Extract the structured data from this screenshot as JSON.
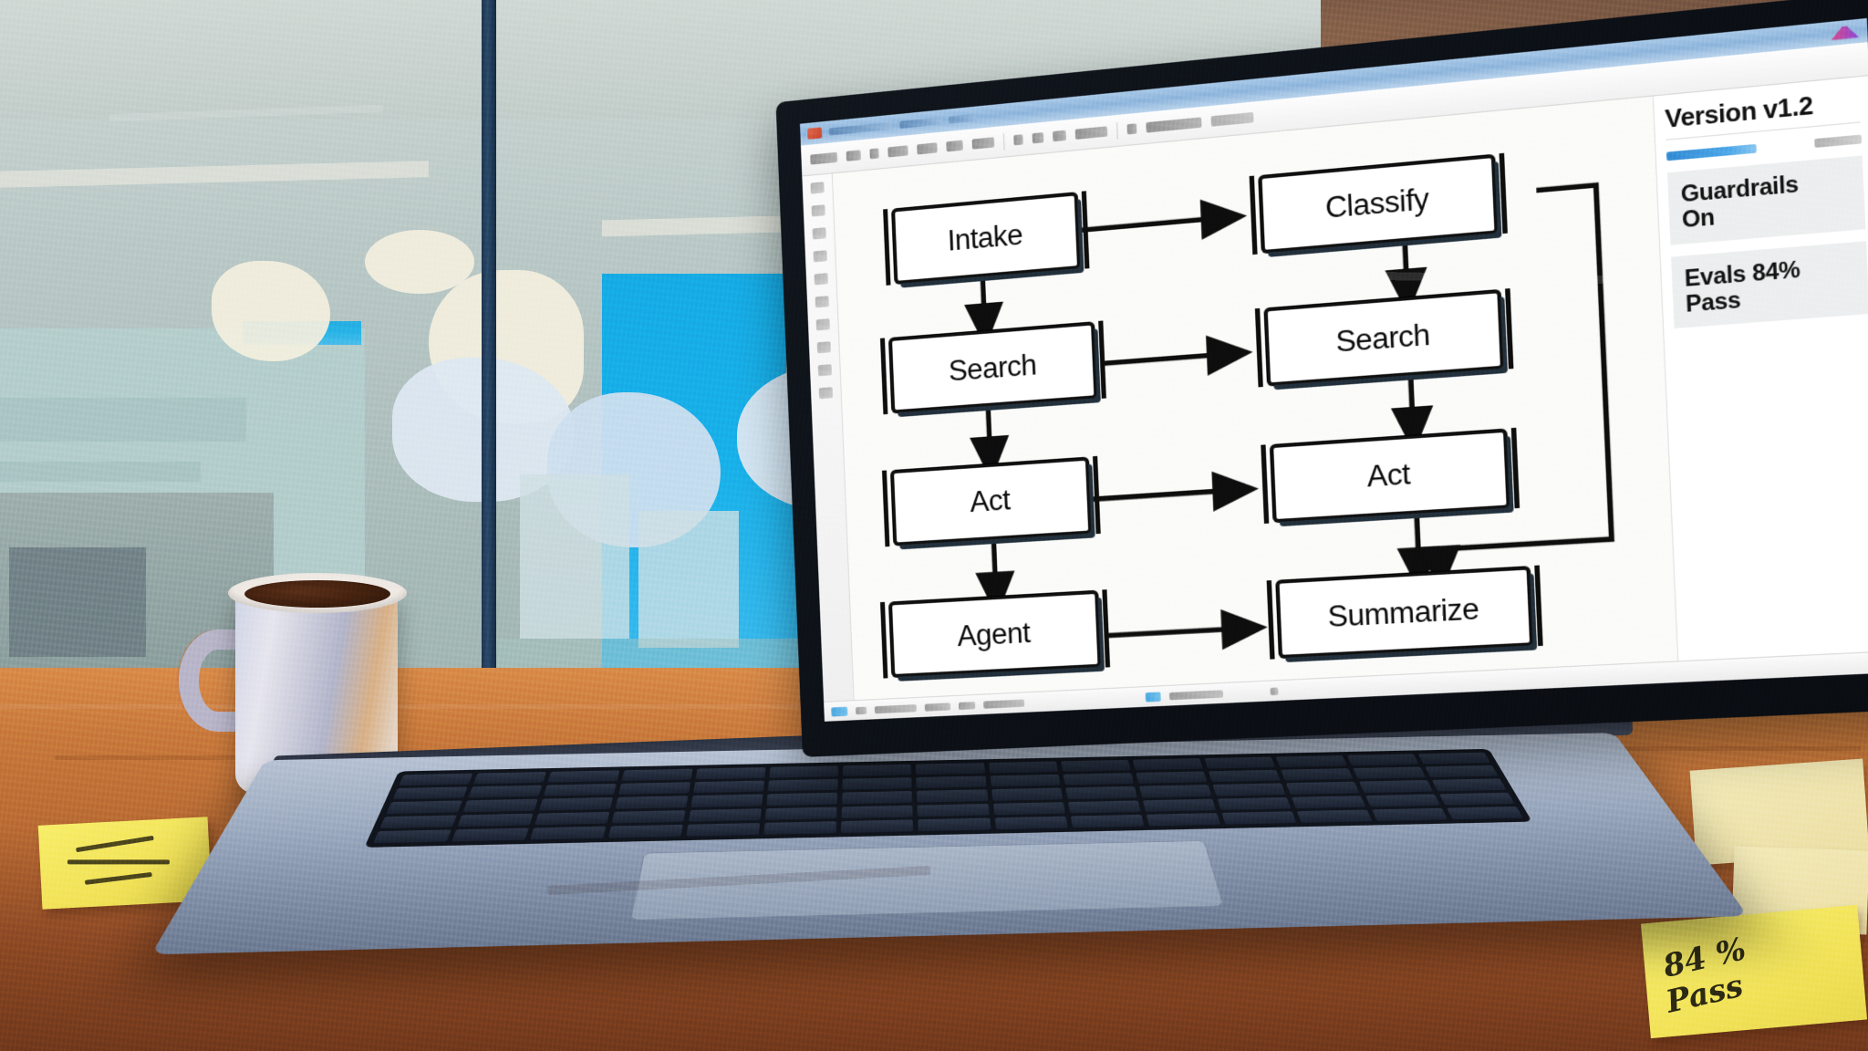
{
  "scene": {
    "description": "Painterly office photo: laptop on wooden desk showing a workflow diagram editor, coffee mug, sticky notes, window with blue sky",
    "colors": {
      "sky": "#16ace6",
      "desk_wood": "#c87a3c",
      "laptop_lid": "#0b0f15",
      "laptop_base": "#9fadc2",
      "sticky_yellow": "#f2e35a",
      "screen_white": "#ffffff",
      "node_stroke": "#101010",
      "sidebar_card": "#eceeef",
      "accent_blue": "#39a0dc"
    }
  },
  "app": {
    "titlebar": {
      "icon": "app-icon",
      "logo": "brand-logo"
    },
    "toolbar": {
      "groups": 3
    },
    "left_rail": {
      "icon_count": 10
    },
    "statusbar": {
      "chips": 2
    }
  },
  "sidebar": {
    "version_label": "Version v1.2",
    "meta": {
      "left": "",
      "right": ""
    },
    "cards": [
      {
        "name": "guardrails",
        "line1": "Guardrails",
        "line2": "On"
      },
      {
        "name": "evals",
        "line1": "Evals 84%",
        "line2": "Pass"
      }
    ]
  },
  "chart_data": {
    "type": "diagram",
    "title": "Agent workflow flowchart",
    "nodes": [
      {
        "id": "intake",
        "label": "Intake",
        "col": 0,
        "row": 0
      },
      {
        "id": "classify",
        "label": "Classify",
        "col": 1,
        "row": 0
      },
      {
        "id": "search_l",
        "label": "Search",
        "col": 0,
        "row": 1
      },
      {
        "id": "search_r",
        "label": "Search",
        "col": 1,
        "row": 1
      },
      {
        "id": "act_l",
        "label": "Act",
        "col": 0,
        "row": 2
      },
      {
        "id": "act_r",
        "label": "Act",
        "col": 1,
        "row": 2
      },
      {
        "id": "agent",
        "label": "Agent",
        "col": 0,
        "row": 3
      },
      {
        "id": "summarize",
        "label": "Summarize",
        "col": 1,
        "row": 3
      }
    ],
    "edges": [
      {
        "from": "intake",
        "to": "classify",
        "kind": "horizontal"
      },
      {
        "from": "intake",
        "to": "search_l",
        "kind": "vertical"
      },
      {
        "from": "classify",
        "to": "search_r",
        "kind": "vertical"
      },
      {
        "from": "search_l",
        "to": "search_r",
        "kind": "horizontal"
      },
      {
        "from": "search_l",
        "to": "act_l",
        "kind": "vertical"
      },
      {
        "from": "search_r",
        "to": "act_r",
        "kind": "vertical"
      },
      {
        "from": "act_l",
        "to": "act_r",
        "kind": "horizontal"
      },
      {
        "from": "act_l",
        "to": "agent",
        "kind": "vertical"
      },
      {
        "from": "act_r",
        "to": "summarize",
        "kind": "vertical"
      },
      {
        "from": "agent",
        "to": "summarize",
        "kind": "horizontal"
      },
      {
        "from": "classify",
        "to": "summarize",
        "kind": "loop-right"
      }
    ]
  },
  "sticky_notes": [
    {
      "name": "sticky-note-left",
      "line1": "",
      "line2": "",
      "legible": false
    },
    {
      "name": "sticky-note-front",
      "line1": "84 %",
      "line2": "Pass",
      "legible": true
    },
    {
      "name": "sticky-note-right-upper",
      "line1": "",
      "line2": "",
      "legible": false
    },
    {
      "name": "sticky-note-right-lower",
      "line1": "",
      "line2": "",
      "legible": false
    }
  ],
  "desk_objects": {
    "mug": {
      "name": "coffee-mug",
      "contents": "coffee"
    },
    "laptop": {
      "name": "laptop"
    }
  }
}
